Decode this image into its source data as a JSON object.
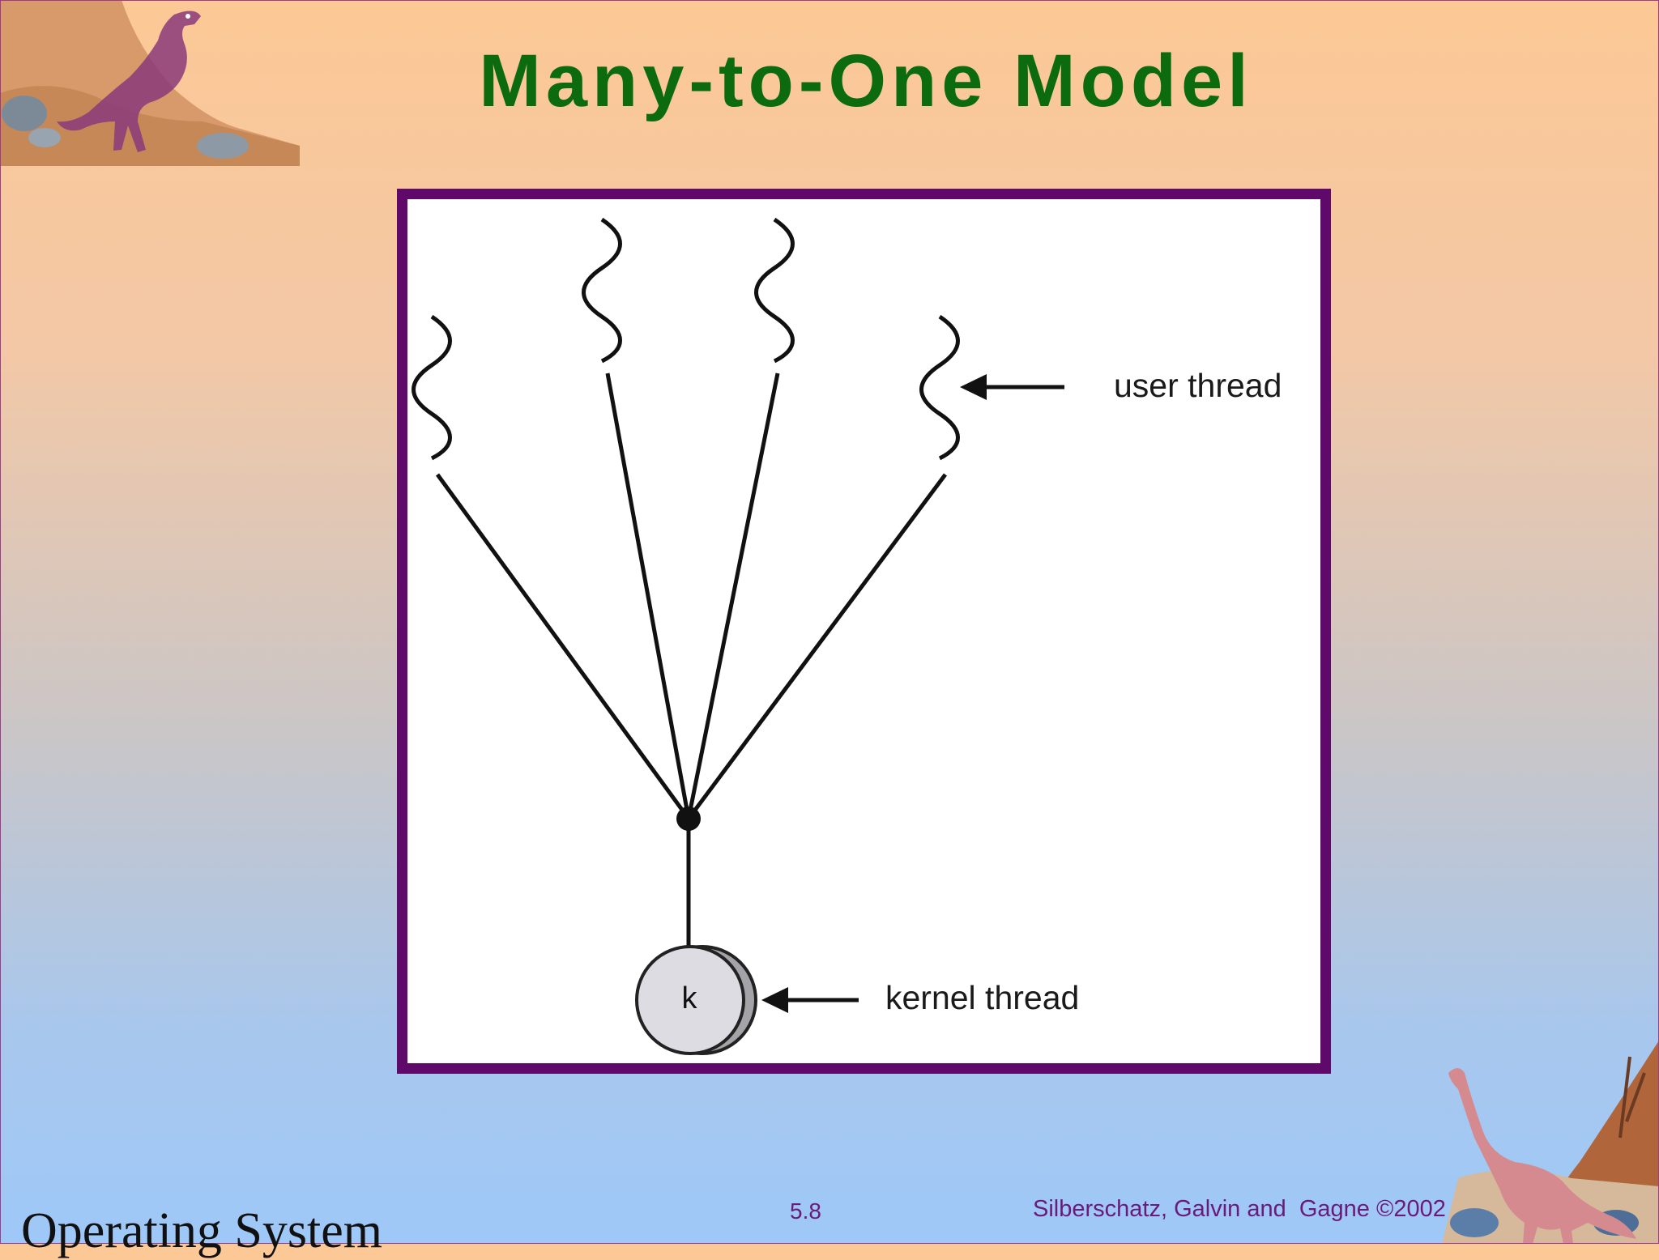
{
  "slide": {
    "title": "Many-to-One Model",
    "page_number": "5.8",
    "footer_left": "Operating System",
    "footer_credit": "Silberschatz, Galvin and  Gagne ©2002"
  },
  "diagram": {
    "user_thread_label": "user thread",
    "kernel_thread_label": "kernel thread",
    "kernel_node_letter": "k",
    "user_thread_count": 4,
    "kernel_thread_count": 1
  },
  "colors": {
    "title": "#0b6b0e",
    "frame_border": "#5f0a6a",
    "footer_text": "#6a1a78"
  },
  "decorations": {
    "top_left": "t-rex-dinosaur-illustration",
    "bottom_right": "brontosaurus-dinosaur-illustration"
  }
}
